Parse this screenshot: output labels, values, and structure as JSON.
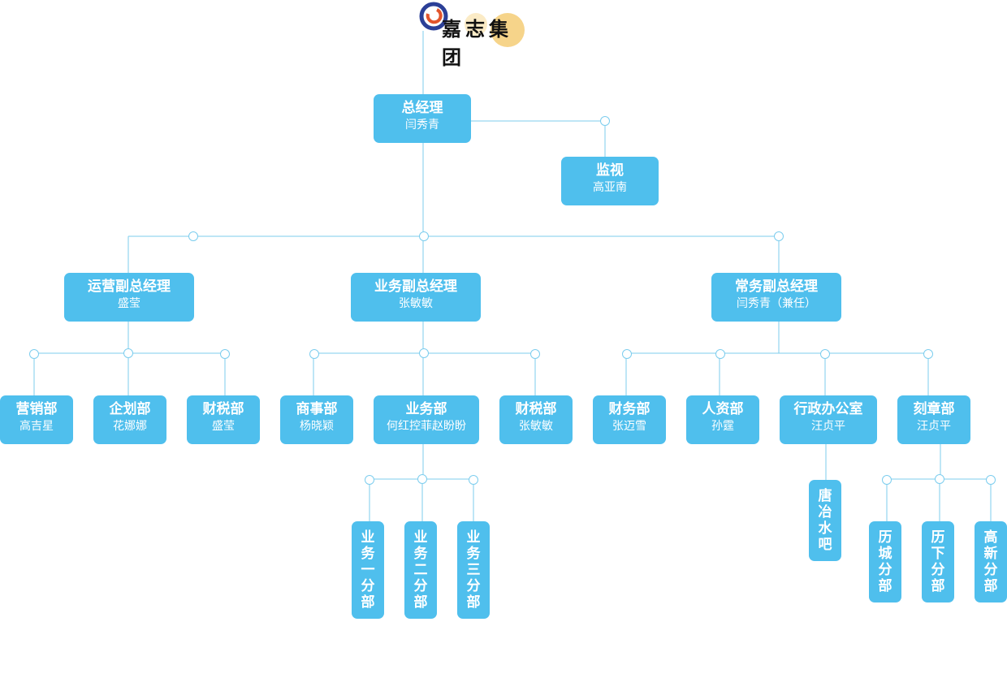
{
  "logo": {
    "text": "嘉志集团"
  },
  "colors": {
    "box": "#4fbfed",
    "line": "#7ccdee",
    "text": "#ffffff"
  },
  "nodes": {
    "gm": {
      "title": "总经理",
      "name": "闫秀青"
    },
    "monitor": {
      "title": "监视",
      "name": "高亚南"
    },
    "ops_vp": {
      "title": "运营副总经理",
      "name": "盛莹"
    },
    "biz_vp": {
      "title": "业务副总经理",
      "name": "张敏敏"
    },
    "exec_vp": {
      "title": "常务副总经理",
      "name": "闫秀青（兼任）"
    },
    "marketing": {
      "title": "营销部",
      "name": "高吉星"
    },
    "planning": {
      "title": "企划部",
      "name": "花娜娜"
    },
    "tax1": {
      "title": "财税部",
      "name": "盛莹"
    },
    "commerce": {
      "title": "商事部",
      "name": "杨晓颖"
    },
    "business": {
      "title": "业务部",
      "name": "何红控菲赵盼盼"
    },
    "tax2": {
      "title": "财税部",
      "name": "张敏敏"
    },
    "finance": {
      "title": "财务部",
      "name": "张迈雪"
    },
    "hr": {
      "title": "人资部",
      "name": "孙霆"
    },
    "admin": {
      "title": "行政办公室",
      "name": "汪贞平"
    },
    "seal": {
      "title": "刻章部",
      "name": "汪贞平"
    },
    "biz1": {
      "title": "业务一分部"
    },
    "biz2": {
      "title": "业务二分部"
    },
    "biz3": {
      "title": "业务三分部"
    },
    "tang": {
      "title": "唐冶水吧"
    },
    "licheng": {
      "title": "历城分部"
    },
    "lixia": {
      "title": "历下分部"
    },
    "gaoxin": {
      "title": "高新分部"
    }
  }
}
